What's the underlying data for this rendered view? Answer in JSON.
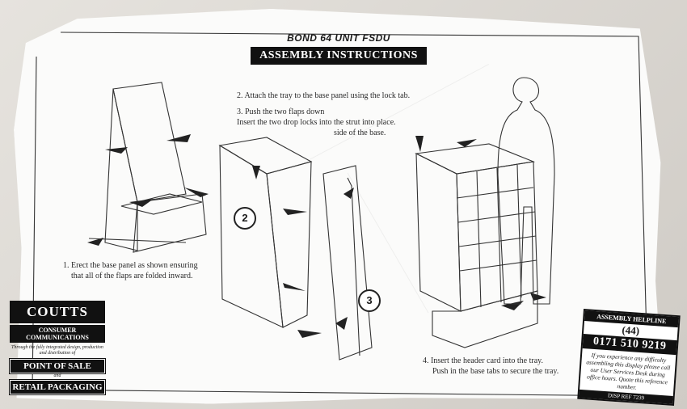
{
  "header": {
    "subtitle": "BOND 64 UNIT FSDU",
    "title": "ASSEMBLY INSTRUCTIONS"
  },
  "steps": [
    {
      "id": "step1",
      "line1": "1. Erect the base panel as shown ensuring",
      "line2": "that all of the flaps are folded inward."
    },
    {
      "id": "step2",
      "line1": "2. Attach the tray to the base panel using the lock tab."
    },
    {
      "id": "step3",
      "line1": "3. Push the two flaps down",
      "line2": "Insert the two drop locks into the strut into place.",
      "line3": "side of the base."
    },
    {
      "id": "step4",
      "line1": "4. Insert the header card into the tray.",
      "line2": "Push in the base tabs to secure the tray."
    }
  ],
  "circles": {
    "two": "2",
    "three": "3"
  },
  "coutts": {
    "logo": "COUTTS",
    "tagline": "CONSUMER COMMUNICATIONS",
    "small": "Through the fully integrated design, production and distribution of",
    "pos": "POINT OF SALE",
    "and": "and",
    "packaging": "RETAIL PACKAGING"
  },
  "helpline": {
    "label": "ASSEMBLY HELPLINE",
    "code": "(44)",
    "phone": "0171 510 9219",
    "text": "If you experience any difficulty assembling this display please call our User Services Desk during office hours. Quote this reference number.",
    "ref": "DISP REF 7239"
  }
}
